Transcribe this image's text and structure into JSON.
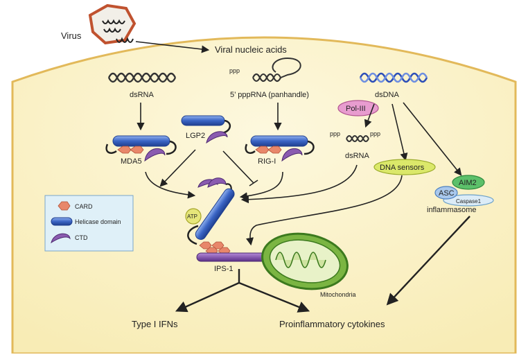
{
  "labels": {
    "virus": "Virus",
    "viral_nucleic_acids": "Viral nucleic acids",
    "dsrna_top": "dsRNA",
    "ppp_small": "ppp",
    "pppRNA": "5’ pppRNA (panhandle)",
    "dsdna": "dsDNA",
    "pol3": "Pol-III",
    "ppp_left": "ppp",
    "ppp_right": "ppp",
    "dsrna_mid": "dsRNA",
    "lgp2": "LGP2",
    "mda5": "MDA5",
    "rigi": "RIG-I",
    "dna_sensors": "DNA sensors",
    "aim2": "AIM2",
    "asc": "ASC",
    "caspase1": "Caspase1",
    "inflammasome": "inflammasome",
    "atp": "ATP",
    "ips1": "IPS-1",
    "mitochondria": "Mitochondria",
    "type1_ifns": "Type I IFNs",
    "proinflammatory": "Proinflammatory cytokines"
  },
  "legend": {
    "card": "CARD",
    "helicase": "Helicase domain",
    "ctd": "CTD"
  },
  "colors": {
    "cytoplasm": "#fbf3c9",
    "membrane": "#e8c56a",
    "helicase_blue": "#3a64c4",
    "card_orange": "#e8876a",
    "ctd_purple": "#8a5bb0",
    "pol3_pink": "#e89ccf",
    "sensor_green": "#d8e86a",
    "aim2_green": "#5cc06a",
    "asc_blue": "#a9c8ec",
    "mito_green": "#6aa83a",
    "ips_purple": "#7a4ea8"
  }
}
